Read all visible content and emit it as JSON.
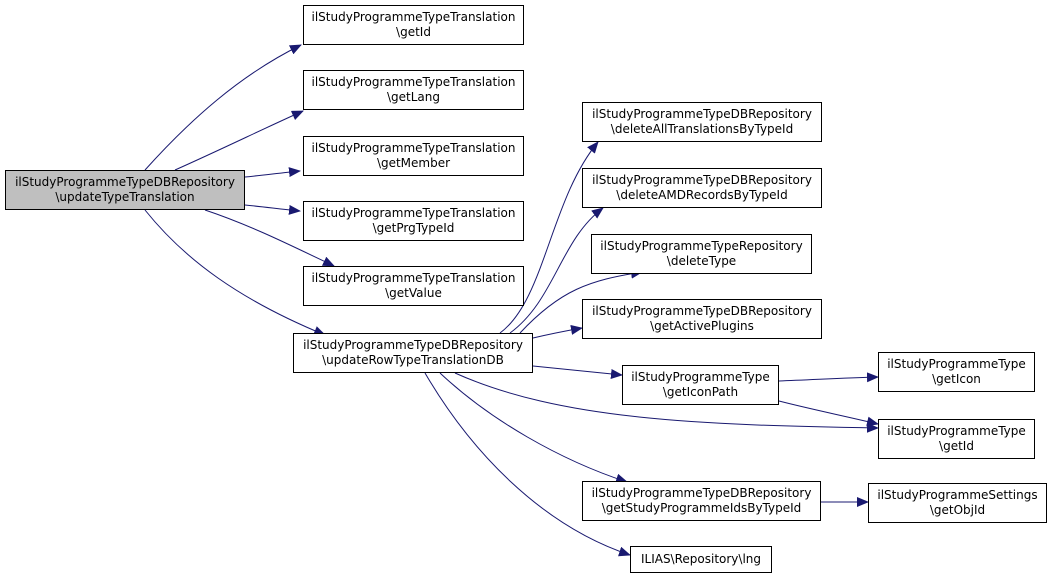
{
  "graph": {
    "colors": {
      "edge": "#191970",
      "node_border": "#000000",
      "node_fill": "#ffffff",
      "root_fill": "#bfbfbf"
    },
    "nodes": {
      "root": [
        "ilStudyProgrammeTypeDBRepository",
        "\\updateTypeTranslation"
      ],
      "tr_getId": [
        "ilStudyProgrammeTypeTranslation",
        "\\getId"
      ],
      "tr_getLang": [
        "ilStudyProgrammeTypeTranslation",
        "\\getLang"
      ],
      "tr_getMember": [
        "ilStudyProgrammeTypeTranslation",
        "\\getMember"
      ],
      "tr_getPrgTypeId": [
        "ilStudyProgrammeTypeTranslation",
        "\\getPrgTypeId"
      ],
      "tr_getValue": [
        "ilStudyProgrammeTypeTranslation",
        "\\getValue"
      ],
      "updRow": [
        "ilStudyProgrammeTypeDBRepository",
        "\\updateRowTypeTranslationDB"
      ],
      "delAllTr": [
        "ilStudyProgrammeTypeDBRepository",
        "\\deleteAllTranslationsByTypeId"
      ],
      "delAMD": [
        "ilStudyProgrammeTypeDBRepository",
        "\\deleteAMDRecordsByTypeId"
      ],
      "delType": [
        "ilStudyProgrammeTypeRepository",
        "\\deleteType"
      ],
      "activePlugins": [
        "ilStudyProgrammeTypeDBRepository",
        "\\getActivePlugins"
      ],
      "iconPath": [
        "ilStudyProgrammeType",
        "\\getIconPath"
      ],
      "getSPIds": [
        "ilStudyProgrammeTypeDBRepository",
        "\\getStudyProgrammeIdsByTypeId"
      ],
      "lng": [
        "ILIAS\\Repository\\lng"
      ],
      "getIcon": [
        "ilStudyProgrammeType",
        "\\getIcon"
      ],
      "type_getId": [
        "ilStudyProgrammeType",
        "\\getId"
      ],
      "getObjId": [
        "ilStudyProgrammeSettings",
        "\\getObjId"
      ]
    }
  }
}
